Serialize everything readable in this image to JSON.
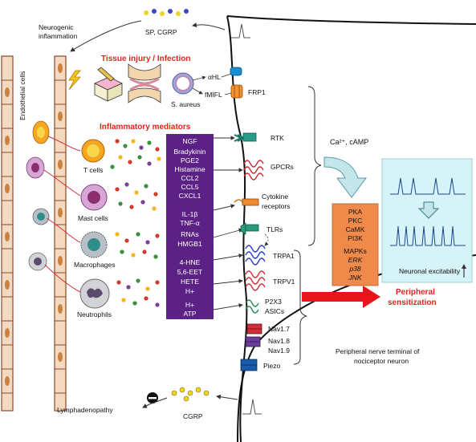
{
  "labels": {
    "neurogenic": [
      "Neurogenic",
      "inflammation"
    ],
    "sp_cgrp": "SP, CGRP",
    "tissue_injury": "Tissue injury / Infection",
    "ahl": "αHL",
    "fmifl": "fMIFL",
    "s_aureus": "S. aureus",
    "frp1": "FRP1",
    "endothelial": "Endothelial cells",
    "inflammatory_mediators": "Inflammatory mediators",
    "t_cells": "T cells",
    "mast_cells": "Mast cells",
    "macrophages": "Macrophages",
    "neutrophils": "Neutrophils",
    "rtk": "RTK",
    "gpcrs": "GPCRs",
    "cytokine": [
      "Cytokine",
      "receptors"
    ],
    "tlrs": "TLRs",
    "trpa1": "TRPA1",
    "trpv1": "TRPV1",
    "p2x3": [
      "P2X3",
      "ASICs"
    ],
    "nav17": "Nav1.7",
    "nav18": "Nav1.8",
    "nav19": "Nav1.9",
    "piezo": "Piezo",
    "ca_camp": "Ca²⁺, cAMP",
    "neuronal_excitability": "Neuronal excitability",
    "peripheral_sensitization": [
      "Peripheral",
      "sensitization"
    ],
    "nerve_terminal": [
      "Peripheral nerve terminal of",
      "nociceptor neuron"
    ],
    "lymphadenopathy": "Lymphadenopathy",
    "cgrp": "CGRP"
  },
  "mediators": [
    "NGF",
    "Bradykinin",
    "PGE2",
    "Histamine",
    "CCL2",
    "CCL5",
    "CXCL1",
    "IL-1β",
    "TNF-α",
    "RNAs",
    "HMGB1",
    "4-HNE",
    "5,6-EET",
    "HETE",
    "H+",
    "H+",
    "ATP"
  ],
  "kinases": [
    "PKA",
    "PKC",
    "CaMK",
    "PI3K",
    "MAPKs",
    "ERK",
    "p38",
    "JNK"
  ],
  "colors": {
    "mediator_box": "#5b2185",
    "kinase_box": "#f08a4b",
    "excitability_panel": "#d6f3f7",
    "red_arrow": "#e8141c",
    "title_red": "#e0241c"
  }
}
